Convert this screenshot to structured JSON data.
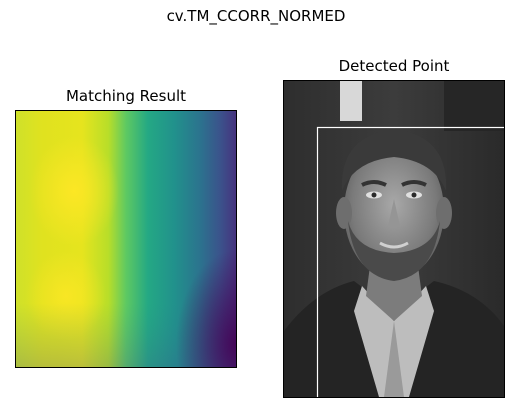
{
  "figure": {
    "suptitle": "cv.TM_CCORR_NORMED",
    "left_title": "Matching Result",
    "right_title": "Detected Point"
  },
  "heatmap": {
    "colormap": "viridis",
    "colors": {
      "bright_yellow": "#f2e61e",
      "yellow": "#d8e020",
      "green": "#6ecb5a",
      "teal": "#22a884",
      "blue": "#2a788e",
      "indigo": "#3b4a8c",
      "purple": "#440154"
    }
  },
  "image": {
    "description_colors": {
      "background": "#343434",
      "suit": "#2a2a2a",
      "skin": "#8a8a8a",
      "hair": "#3e3e3e",
      "shirt": "#c8c8c8",
      "rectangle": "#ffffff"
    }
  }
}
